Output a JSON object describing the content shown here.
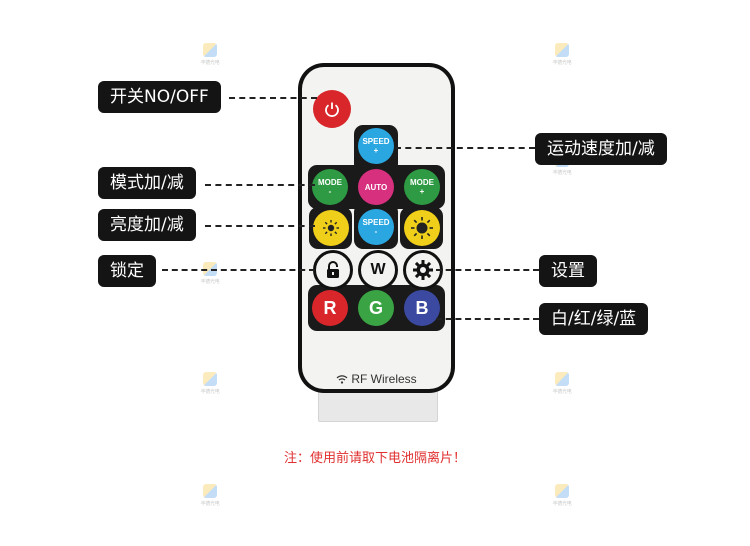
{
  "callouts": {
    "power": "开关NO/OFF",
    "speed": "运动速度加/减",
    "mode": "模式加/减",
    "brightness": "亮度加/减",
    "lock": "锁定",
    "settings": "设置",
    "colors": "白/红/绿/蓝"
  },
  "remote": {
    "power_icon": "power-icon",
    "speed_up": [
      "SPEED",
      "+"
    ],
    "speed_down": [
      "SPEED",
      "-"
    ],
    "mode_down": [
      "MODE",
      "-"
    ],
    "mode_up": [
      "MODE",
      "+"
    ],
    "auto": "AUTO",
    "w": "W",
    "r": "R",
    "g": "G",
    "b": "B",
    "brand": "RF Wireless"
  },
  "note": "注：使用前请取下电池隔离片！",
  "watermark_text": "丰德光电",
  "colors": {
    "label_bg": "#141414",
    "power": "#d8262b",
    "speed": "#2aa7e0",
    "mode": "#2e9a43",
    "auto": "#d6307f",
    "brightness": "#f0cf1a",
    "red": "#d8262b",
    "green": "#3aa444",
    "blue": "#3b4aa0",
    "note": "#e03030"
  }
}
